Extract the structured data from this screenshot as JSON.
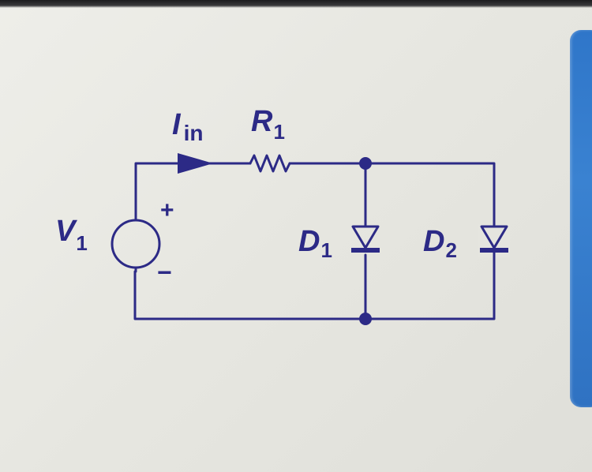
{
  "diagram": {
    "labels": {
      "current_main": "I",
      "current_sub": "in",
      "resistor_main": "R",
      "resistor_sub": "1",
      "source_main": "V",
      "source_sub": "1",
      "plus": "+",
      "minus": "−",
      "diode1_main": "D",
      "diode1_sub": "1",
      "diode2_main": "D",
      "diode2_sub": "2"
    },
    "colors": {
      "ink": "#2c2a86",
      "background": "#e9e9e4",
      "panel": "#3a82d1"
    }
  }
}
